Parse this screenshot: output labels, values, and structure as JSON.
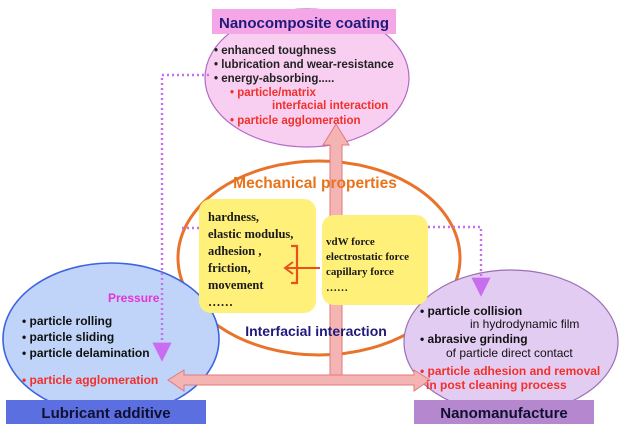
{
  "nodes": {
    "coating": {
      "title": "Nanocomposite coating",
      "items": [
        "• enhanced toughness",
        "• lubrication and wear-resistance",
        "• energy-absorbing....."
      ],
      "red_items": [
        "• particle/matrix",
        "interfacial interaction",
        "• particle agglomeration"
      ]
    },
    "mechanical": {
      "title": "Mechanical properties",
      "properties": [
        "hardness,",
        "elastic modulus,",
        "adhesion ,",
        "friction,",
        "movement",
        "……"
      ],
      "forces": [
        "vdW force",
        "electrostatic force",
        "capillary force",
        "……"
      ],
      "subtitle": "Interfacial interaction"
    },
    "lubricant": {
      "title": "Lubricant additive",
      "pressure": "Pressure",
      "items": [
        "• particle rolling",
        "• particle sliding",
        "• particle delamination"
      ],
      "red_item": "• particle agglomeration"
    },
    "nanomanufacture": {
      "title": "Nanomanufacture",
      "items": [
        "• particle collision",
        "in hydrodynamic  film",
        "• abrasive grinding",
        "of particle direct contact"
      ],
      "red_items": [
        "• particle adhesion and removal",
        "in post cleaning process"
      ]
    }
  },
  "colors": {
    "coating_fill": "#F9CFF1",
    "coating_title_fill": "#F4A6E6",
    "mechanical_ring": "#E8732A",
    "mechanical_title": "#E8731A",
    "yellow_box": "#FFF07A",
    "lubricant_fill": "#BFD4F8",
    "lubricant_title_fill": "#5B6FE0",
    "nano_fill": "#E3CCF2",
    "nano_title_fill": "#B487CF",
    "arrow_fill": "#F5B4B4",
    "arrow_stroke": "#E07A7A",
    "dotted": "#C86CF0",
    "red_text": "#F2302A",
    "pressure_text": "#E632D6",
    "bracket": "#E8501E"
  }
}
